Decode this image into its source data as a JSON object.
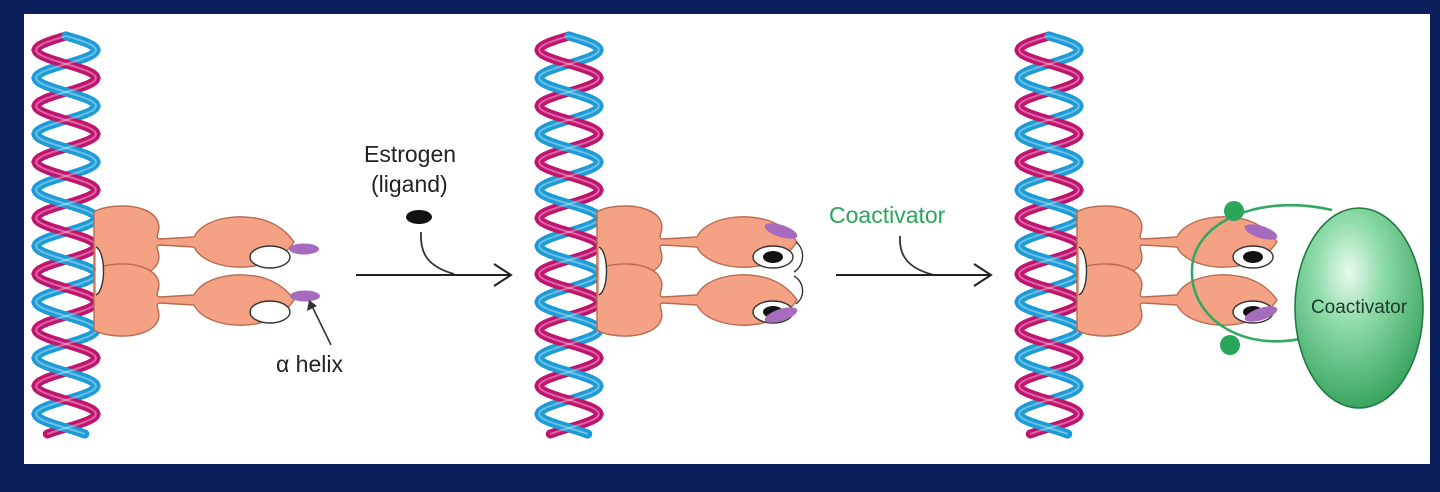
{
  "labels": {
    "estrogen": "Estrogen",
    "ligand": "(ligand)",
    "alpha_helix": "α helix",
    "coactivator_arrow": "Coactivator",
    "coactivator_body": "Coactivator"
  },
  "colors": {
    "background": "#0a1f5c",
    "dna_magenta": "#c0136d",
    "dna_blue": "#1d9bd6",
    "receptor": "#f4a184",
    "helix": "#a66bbd",
    "coactivator": "#33a860",
    "coactivator_text": "#2aa65a"
  }
}
